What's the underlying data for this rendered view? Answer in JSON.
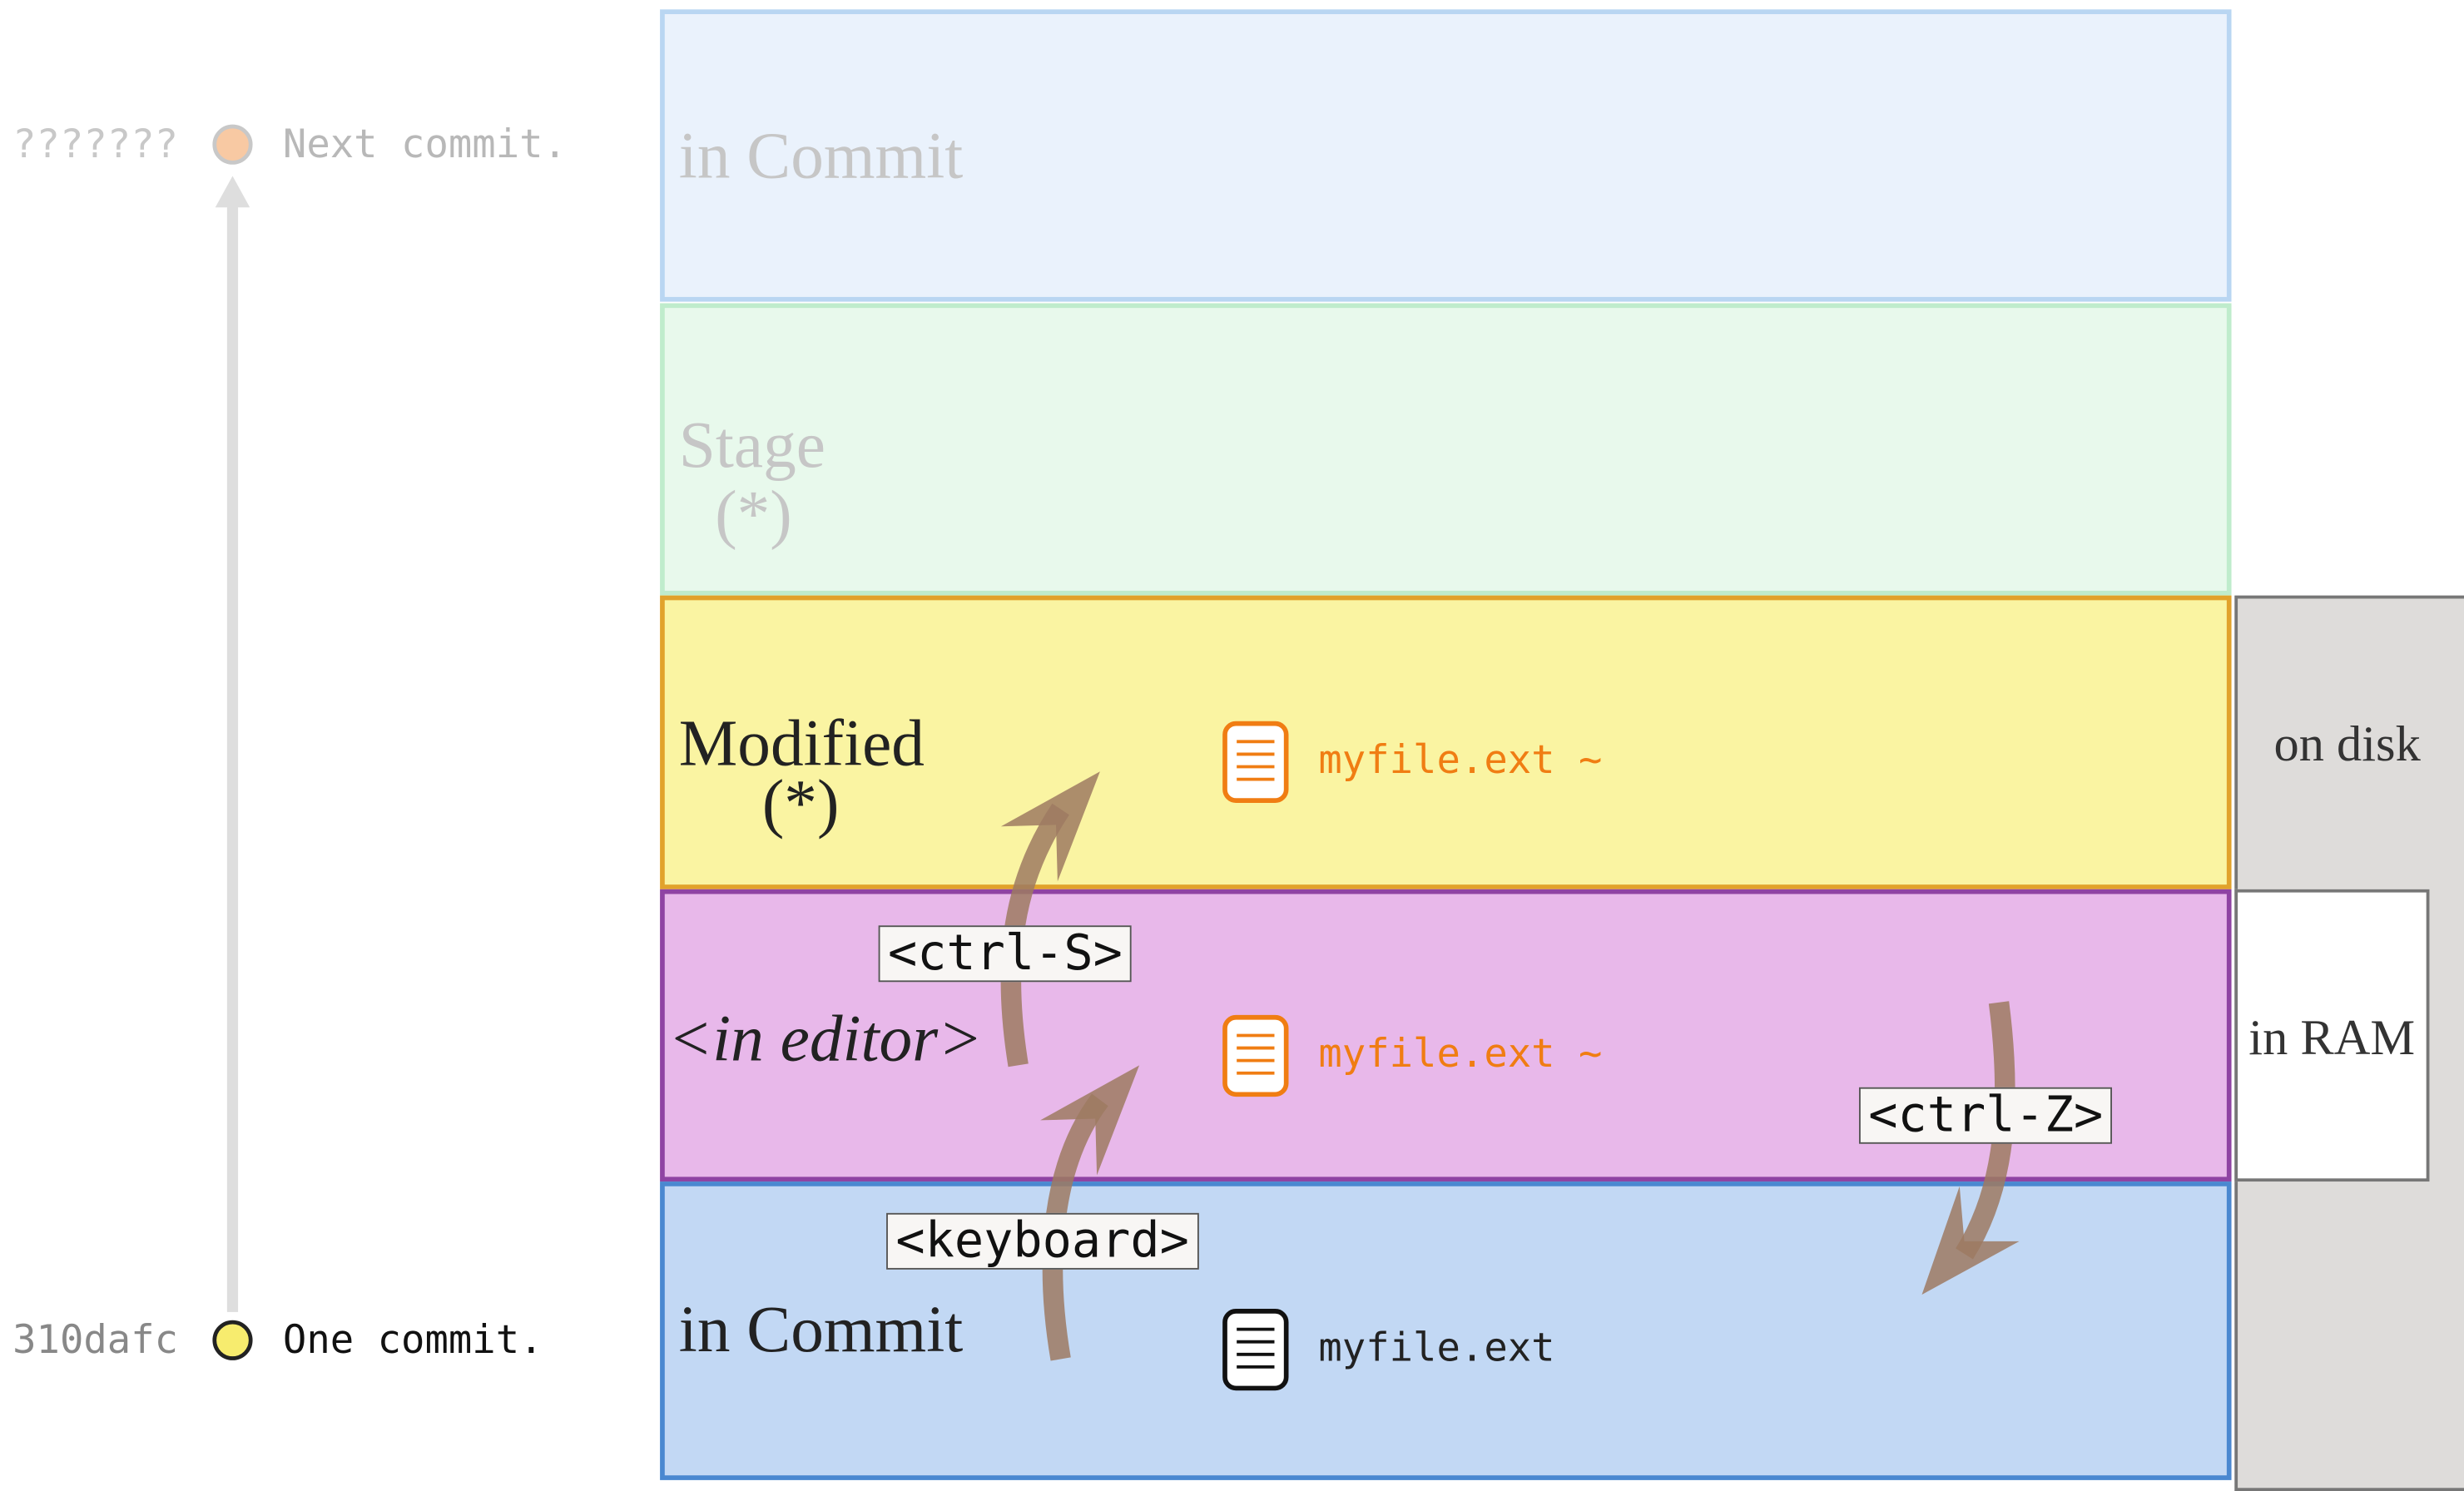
{
  "commits": {
    "next": {
      "hash": "???????",
      "message": "Next commit."
    },
    "current": {
      "hash": "310dafc",
      "message": "One commit."
    }
  },
  "bands": {
    "commit_next": {
      "label": "in Commit"
    },
    "stage": {
      "label": "Stage",
      "marker": "(*)"
    },
    "modified": {
      "label": "Modified",
      "marker": "(*)",
      "file": "myfile.ext ~"
    },
    "editor": {
      "label": "<in editor>",
      "file": "myfile.ext ~"
    },
    "commit_current": {
      "label": "in Commit",
      "file": "myfile.ext"
    }
  },
  "keys": {
    "save": "<ctrl-S>",
    "undo": "<ctrl-Z>",
    "keyboard": "<keyboard>"
  },
  "side": {
    "disk": "on disk",
    "ram": "in RAM"
  },
  "colors": {
    "commit_next_fill": "#eaf2fc",
    "commit_next_border": "#b9d6f2",
    "stage_fill": "#e8f9ec",
    "stage_border": "#bfeccc",
    "modified_fill": "#faf4a2",
    "modified_border": "#e1a22b",
    "editor_fill": "#e8b8ea",
    "editor_border": "#8f43a3",
    "commit_current_fill": "#c2d8f4",
    "commit_current_border": "#4a88d0",
    "disk_fill": "#dedcda",
    "arrow": "#9d7a62",
    "file_orange": "#f07d13"
  },
  "icons": [
    "file-icon",
    "commit-dot-icon",
    "arrow-up-icon"
  ]
}
